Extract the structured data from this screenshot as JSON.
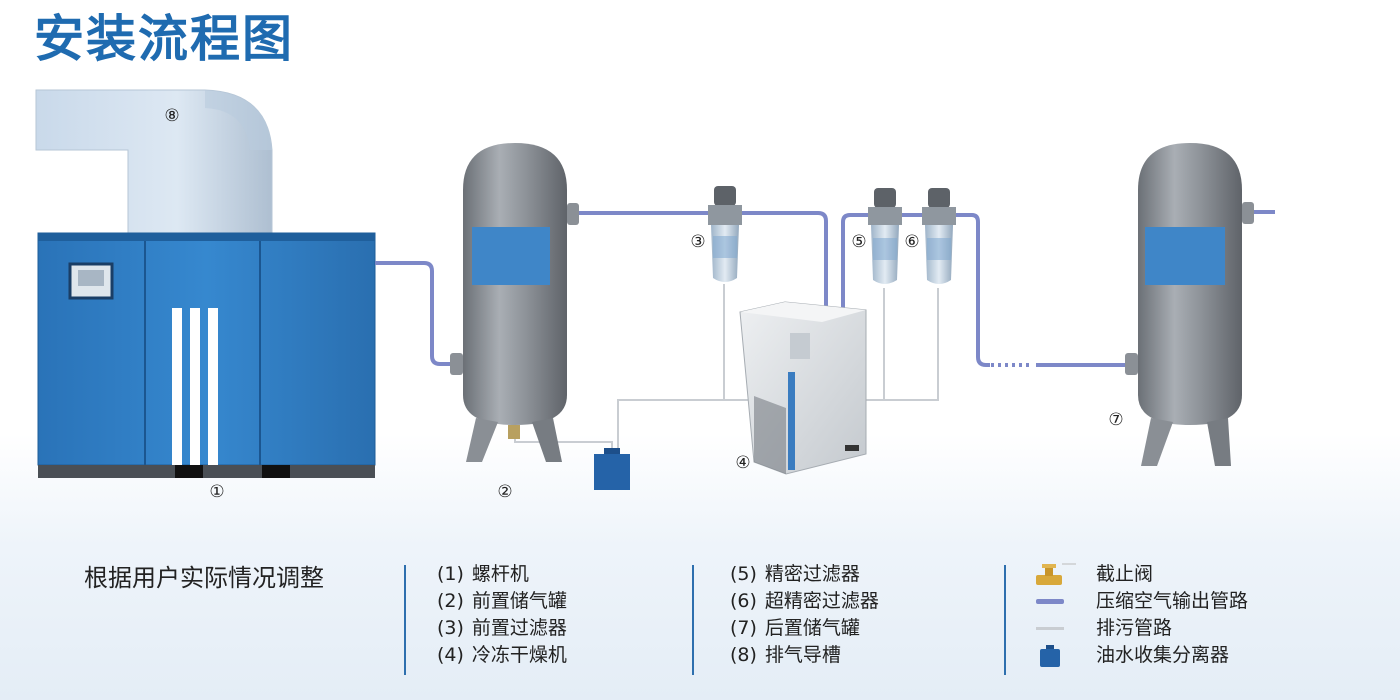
{
  "title": "安装流程图",
  "callouts": {
    "c1": "①",
    "c2": "②",
    "c3": "③",
    "c4": "④",
    "c5": "⑤",
    "c6": "⑥",
    "c7": "⑦",
    "c8": "⑧"
  },
  "note": "根据用户实际情况调整",
  "components": [
    {
      "num": "(1)",
      "name": "螺杆机"
    },
    {
      "num": "(2)",
      "name": "前置储气罐"
    },
    {
      "num": "(3)",
      "name": "前置过滤器"
    },
    {
      "num": "(4)",
      "name": "冷冻干燥机"
    },
    {
      "num": "(5)",
      "name": "精密过滤器"
    },
    {
      "num": "(6)",
      "name": "超精密过滤器"
    },
    {
      "num": "(7)",
      "name": "后置储气罐"
    },
    {
      "num": "(8)",
      "name": "排气导槽"
    }
  ],
  "legend": [
    {
      "icon": "valve-icon",
      "label": "截止阀"
    },
    {
      "icon": "air-pipe-icon",
      "label": "压缩空气输出管路"
    },
    {
      "icon": "drain-pipe-icon",
      "label": "排污管路"
    },
    {
      "icon": "separator-icon",
      "label": "油水收集分离器"
    }
  ],
  "colors": {
    "title": "#1f6bb0",
    "compressor": "#2f7fc4",
    "tank": "#8a8f95",
    "air_pipe": "#7d88c8",
    "drain_pipe": "#c9cdd2",
    "separator": "#2563a8",
    "separator_line": "#2e6fae"
  }
}
